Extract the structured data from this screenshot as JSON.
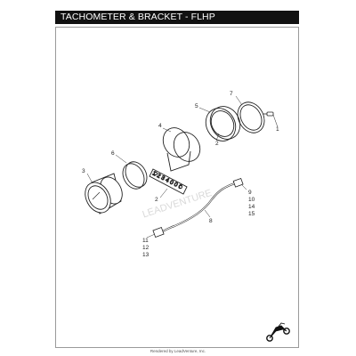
{
  "diagram": {
    "title": "TACHOMETER & BRACKET - FLHP",
    "footer": "Rendered by LeadVenture, Inc.",
    "watermark": "LEADVENTURE",
    "callouts": {
      "c1": "1",
      "c2a": "2",
      "c2b": "2",
      "c3": "3",
      "c4": "4",
      "c5": "5",
      "c6": "6",
      "c7": "7",
      "c8": "8",
      "c9": "9",
      "c10": "10",
      "c14": "14",
      "c15": "15",
      "c11": "11",
      "c12": "12",
      "c13": "13"
    },
    "bracket_text": "2 2 3 4 0 0 0"
  }
}
